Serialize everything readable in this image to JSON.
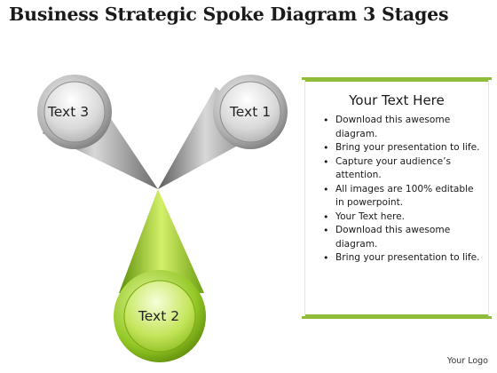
{
  "slide": {
    "title": "Business Strategic Spoke Diagram 3 Stages",
    "logo": "Your Logo"
  },
  "diagram": {
    "nodes": [
      {
        "id": "text3",
        "label": "Text 3",
        "color": "#9a9a9a"
      },
      {
        "id": "text1",
        "label": "Text 1",
        "color": "#9a9a9a"
      },
      {
        "id": "text2",
        "label": "Text 2",
        "color": "#8cc21f"
      }
    ]
  },
  "panel": {
    "title": "Your Text Here",
    "items": [
      "Download this awesome diagram.",
      "Bring your presentation to life.",
      "Capture your audience’s attention.",
      "All images are 100% editable in powerpoint.",
      "Your Text here.",
      "Download this awesome diagram.",
      "Bring your presentation to life."
    ],
    "accent_color": "#8fbd3a"
  }
}
